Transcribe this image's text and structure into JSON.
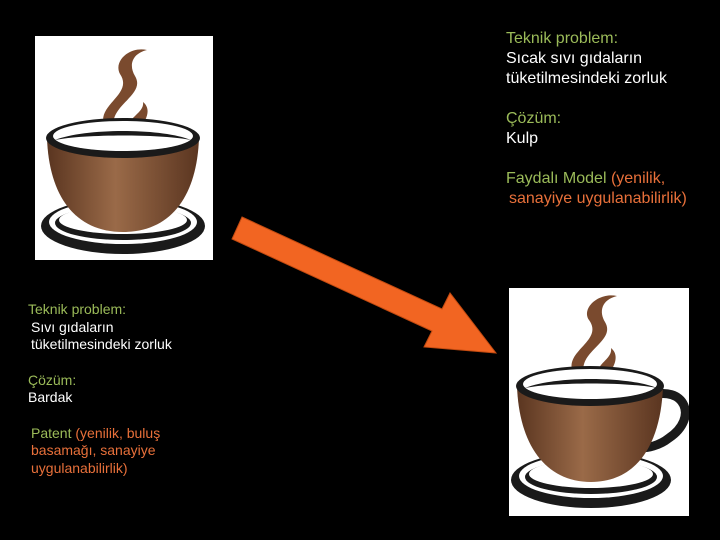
{
  "right_block": {
    "problem_heading": "Teknik problem:",
    "problem_line1": "Sıcak sıvı gıdaların",
    "problem_line2": "tüketilmesindeki zorluk",
    "solution_heading": "Çözüm:",
    "solution_value": "Kulp",
    "protection_name": "Faydalı Model",
    "protection_criteria_line1": " (yenilik,",
    "protection_criteria_line2": "sanayiye uygulanabilirlik)"
  },
  "left_block": {
    "problem_heading": "Teknik problem:",
    "problem_line1": "Sıvı gıdaların",
    "problem_line2": "tüketilmesindeki zorluk",
    "solution_heading": "Çözüm:",
    "solution_value": "Bardak",
    "protection_name": "Patent",
    "protection_criteria_line1": " (yenilik, buluş",
    "protection_criteria_line2": "basamağı, sanayiye",
    "protection_criteria_line3": "uygulanabilirlik)"
  },
  "colors": {
    "background": "#000000",
    "heading_green": "#9bbb59",
    "arrow_orange": "#f26522",
    "coffee_brown": "#8b5a3c"
  },
  "icons": [
    "coffee-cup-icon",
    "coffee-cup-with-handle-icon",
    "arrow-icon"
  ]
}
